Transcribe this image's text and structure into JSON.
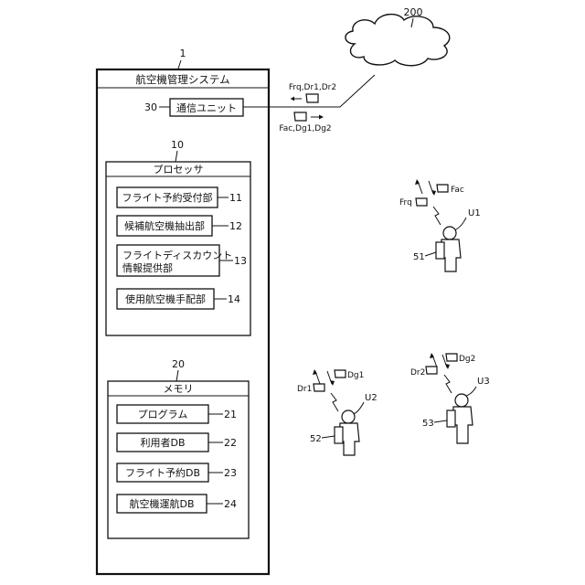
{
  "system": {
    "ref": "1",
    "title": "航空機管理システム",
    "comm_unit": {
      "ref": "30",
      "label": "通信ユニット"
    },
    "processor": {
      "ref": "10",
      "title": "プロセッサ",
      "units": [
        {
          "ref": "11",
          "label": "フライト予約受付部"
        },
        {
          "ref": "12",
          "label": "候補航空機抽出部"
        },
        {
          "ref": "13",
          "label_lines": [
            "フライトディスカウント",
            "情報提供部"
          ]
        },
        {
          "ref": "14",
          "label": "使用航空機手配部"
        }
      ]
    },
    "memory": {
      "ref": "20",
      "title": "メモリ",
      "items": [
        {
          "ref": "21",
          "label": "プログラム"
        },
        {
          "ref": "22",
          "label": "利用者DB"
        },
        {
          "ref": "23",
          "label": "フライト予約DB"
        },
        {
          "ref": "24",
          "label": "航空機運航DB"
        }
      ]
    }
  },
  "network": {
    "ref": "200",
    "incoming_label": "Frq,Dr1,Dr2",
    "outgoing_label": "Fac,Dg1,Dg2"
  },
  "users": [
    {
      "ref": "U1",
      "terminal": "51",
      "up": "Frq",
      "down": "Fac"
    },
    {
      "ref": "U2",
      "terminal": "52",
      "up": "Dr1",
      "down": "Dg1"
    },
    {
      "ref": "U3",
      "terminal": "53",
      "up": "Dr2",
      "down": "Dg2"
    }
  ]
}
